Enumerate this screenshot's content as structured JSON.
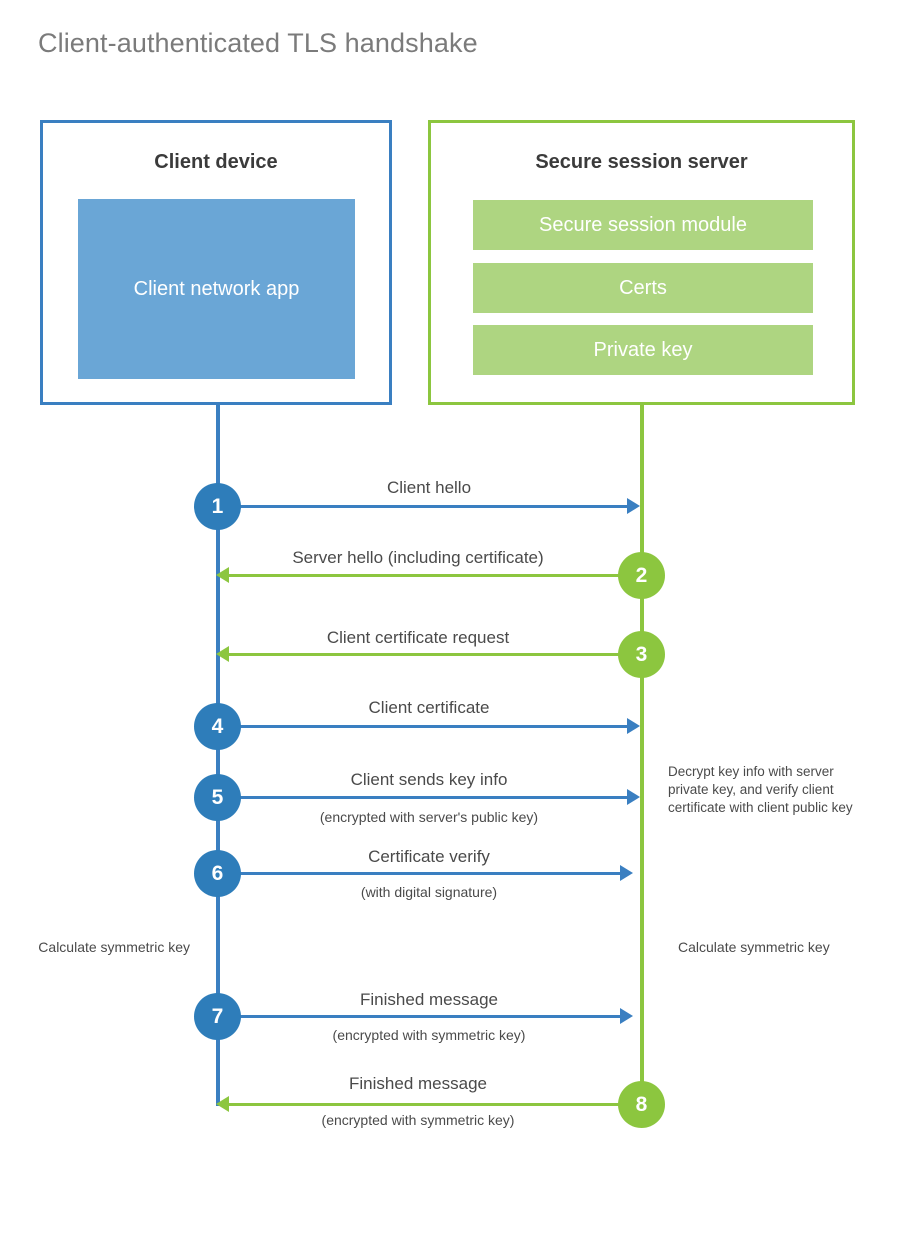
{
  "title": "Client-authenticated TLS handshake",
  "colors": {
    "client_accent": "#3a7fc1",
    "client_circle": "#2e7dba",
    "client_fill": "#6aa6d6",
    "server_accent": "#8cc63f",
    "server_fill": "#aed581",
    "title_text": "#7b7b7b",
    "body_text": "#4a4a4a"
  },
  "participants": {
    "client": {
      "title": "Client device",
      "app_label": "Client network app"
    },
    "server": {
      "title": "Secure session server",
      "components": [
        "Secure session module",
        "Certs",
        "Private key"
      ]
    }
  },
  "steps": [
    {
      "number": "1",
      "label": "Client hello",
      "sublabel": "",
      "direction": "to-server",
      "side": "client"
    },
    {
      "number": "2",
      "label": "Server hello (including certificate)",
      "sublabel": "",
      "direction": "to-client",
      "side": "server"
    },
    {
      "number": "3",
      "label": "Client certificate request",
      "sublabel": "",
      "direction": "to-client",
      "side": "server"
    },
    {
      "number": "4",
      "label": "Client certificate",
      "sublabel": "",
      "direction": "to-server",
      "side": "client"
    },
    {
      "number": "5",
      "label": "Client sends key info",
      "sublabel": "(encrypted with server's public key)",
      "direction": "to-server",
      "side": "client"
    },
    {
      "number": "6",
      "label": "Certificate verify",
      "sublabel": "(with digital signature)",
      "direction": "to-server",
      "side": "client"
    },
    {
      "number": "7",
      "label": "Finished message",
      "sublabel": "(encrypted with symmetric key)",
      "direction": "to-server",
      "side": "client"
    },
    {
      "number": "8",
      "label": "Finished message",
      "sublabel": "(encrypted with symmetric key)",
      "direction": "to-client",
      "side": "server"
    }
  ],
  "notes": {
    "decrypt": "Decrypt key info with server private key, and verify client certificate with client public key",
    "client_symmetric": "Calculate symmetric key",
    "server_symmetric": "Calculate symmetric key"
  }
}
